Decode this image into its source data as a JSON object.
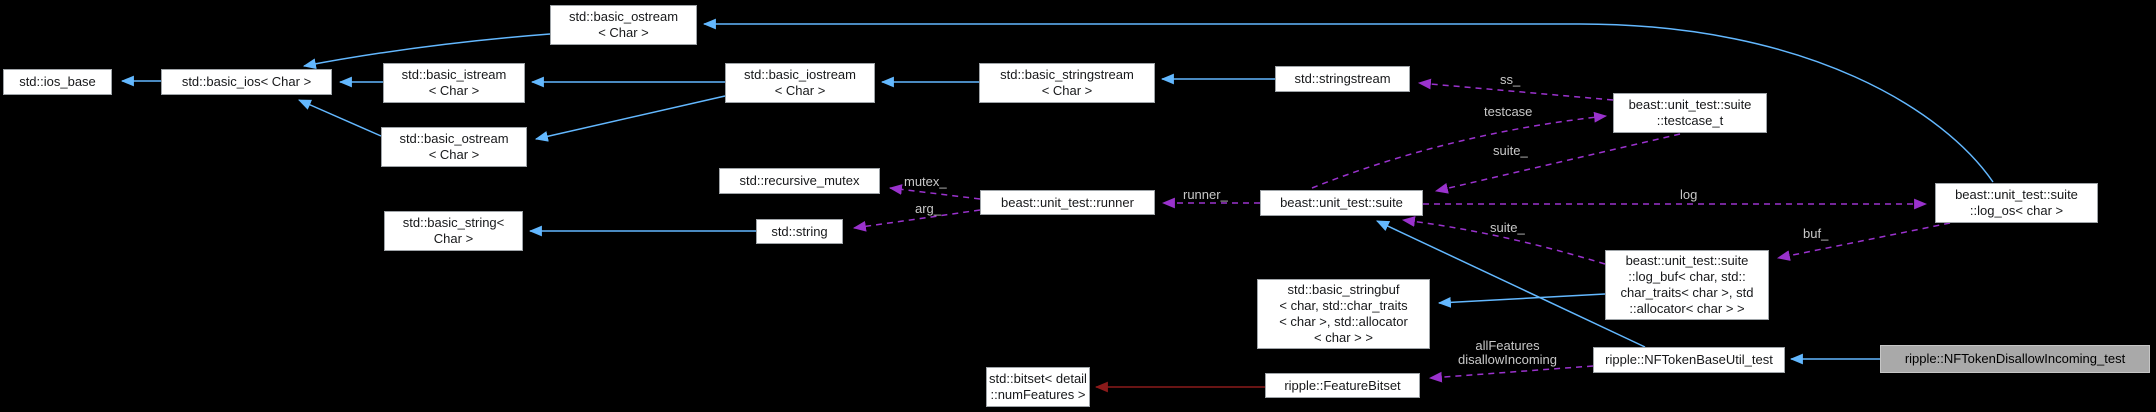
{
  "diagram": {
    "type": "collaboration-graph",
    "background": "#000000",
    "colors": {
      "inheritance_edge": "#63b8ff",
      "usage_edge": "#9a32cd",
      "private_inheritance_edge": "#8b1a1a",
      "edge_label_text": "#c8c8c8",
      "node_fill": "#ffffff",
      "node_border": "#9fa4a8",
      "node_text": "#17181a",
      "highlighted_node_fill": "#a9a9a9"
    },
    "nodes": {
      "ios_base": {
        "label": "std::ios_base"
      },
      "basic_ios": {
        "label": "std::basic_ios< Char >"
      },
      "basic_istream": {
        "label": "std::basic_istream\n< Char >"
      },
      "basic_ostream_top": {
        "label": "std::basic_ostream\n< Char >"
      },
      "basic_ostream_lower": {
        "label": "std::basic_ostream\n< Char >"
      },
      "basic_iostream": {
        "label": "std::basic_iostream\n< Char >"
      },
      "basic_stringstream": {
        "label": "std::basic_stringstream\n< Char >"
      },
      "stringstream": {
        "label": "std::stringstream"
      },
      "testcase_t": {
        "label": "beast::unit_test::suite\n::testcase_t"
      },
      "recursive_mutex": {
        "label": "std::recursive_mutex"
      },
      "runner": {
        "label": "beast::unit_test::runner"
      },
      "basic_string": {
        "label": "std::basic_string<\nChar >"
      },
      "string": {
        "label": "std::string"
      },
      "suite": {
        "label": "beast::unit_test::suite"
      },
      "log_os": {
        "label": "beast::unit_test::suite\n::log_os< char >"
      },
      "log_buf": {
        "label": "beast::unit_test::suite\n::log_buf< char, std::\nchar_traits< char >, std\n::allocator< char > >"
      },
      "basic_stringbuf": {
        "label": "std::basic_stringbuf\n< char, std::char_traits\n< char >, std::allocator\n< char > >"
      },
      "nftoken_base_util_test": {
        "label": "ripple::NFTokenBaseUtil_test"
      },
      "nftoken_disallow_incoming_test": {
        "label": "ripple::NFTokenDisallowIncoming_test"
      },
      "bitset": {
        "label": "std::bitset< detail\n::numFeatures >"
      },
      "feature_bitset": {
        "label": "ripple::FeatureBitset"
      }
    },
    "edge_labels": {
      "ss": "ss_",
      "testcase": "testcase",
      "suite_upper": "suite_",
      "runner": "runner_",
      "mutex": "mutex_",
      "arg": "arg_",
      "log": "log",
      "buf": "buf_",
      "suite_lower": "suite_",
      "features": "allFeatures\ndisallowIncoming"
    }
  }
}
